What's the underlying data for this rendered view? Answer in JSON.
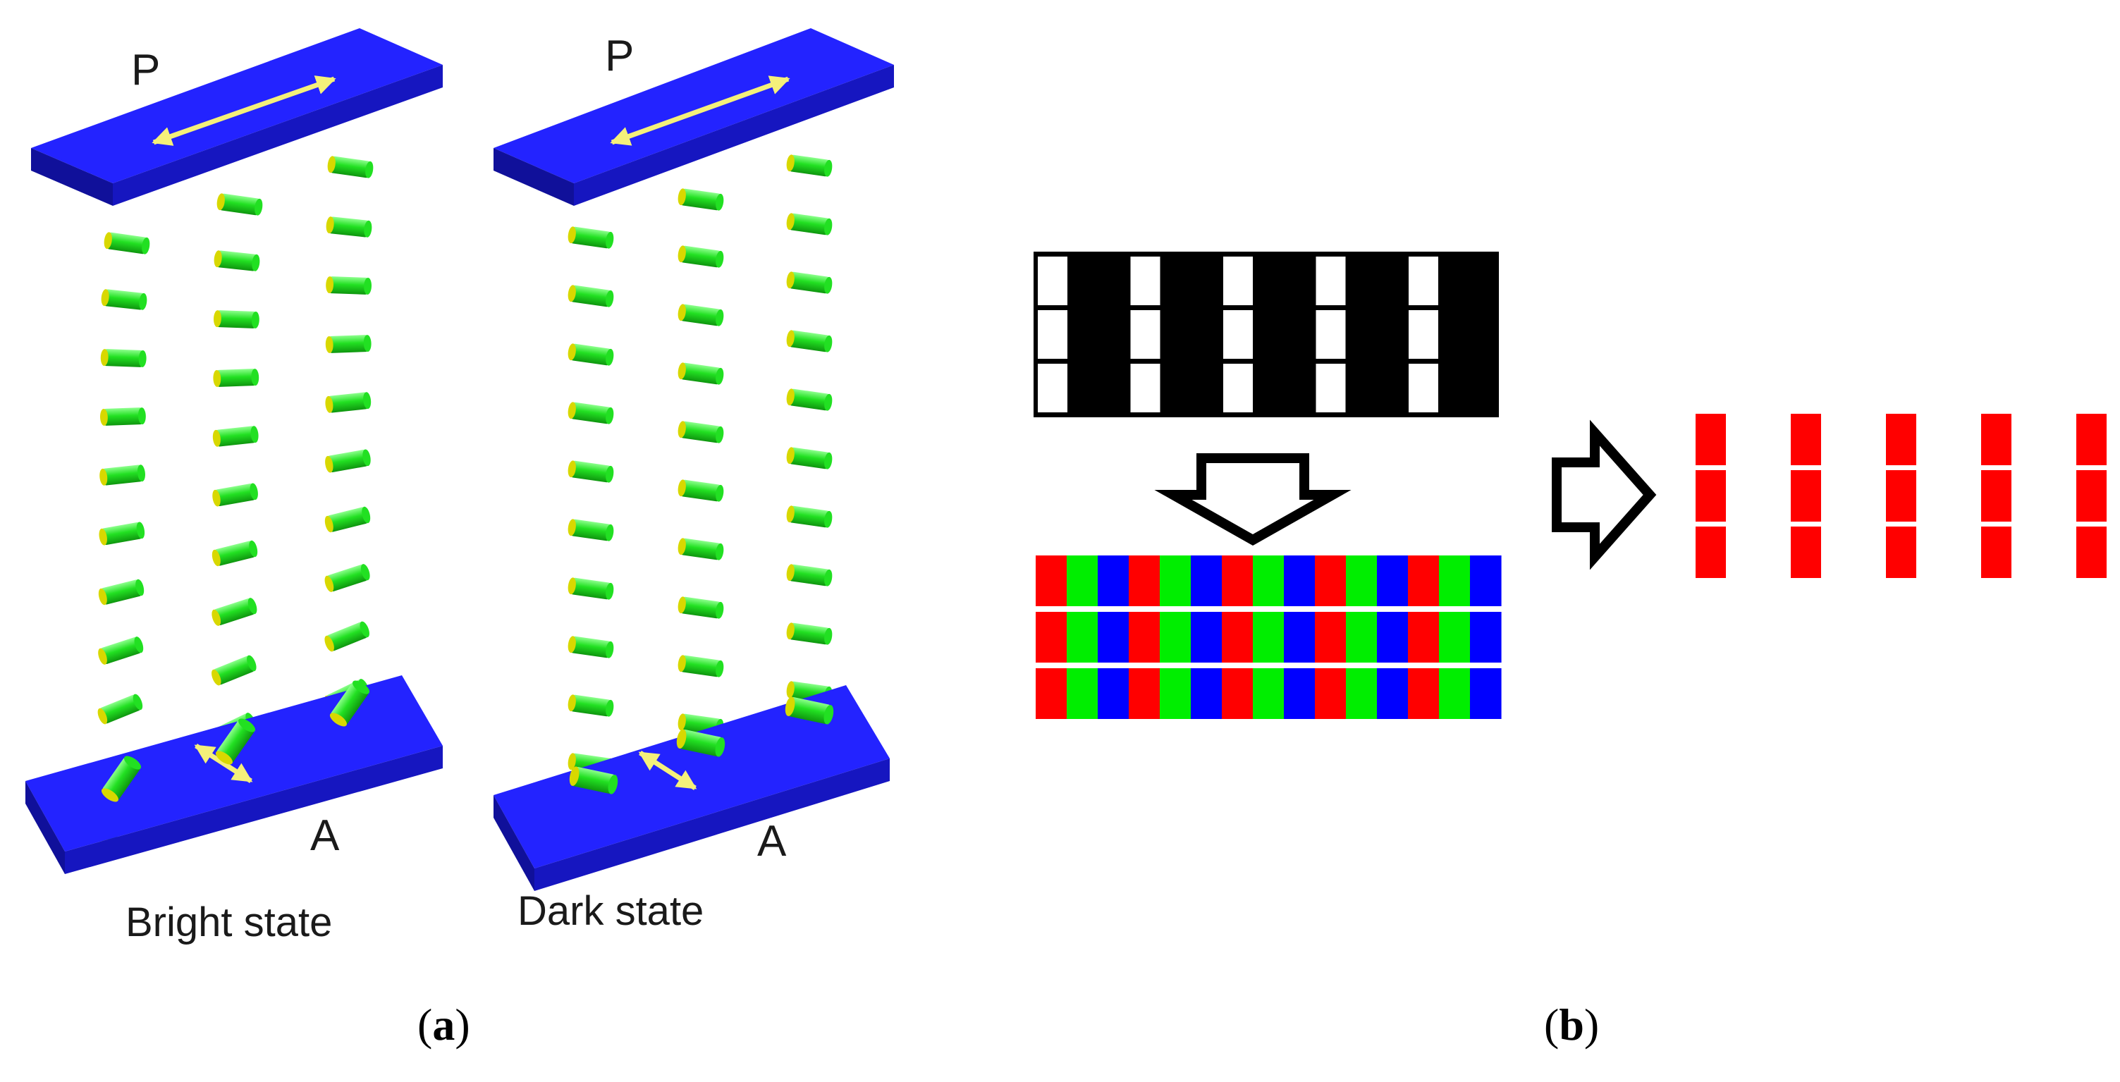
{
  "panel_a": {
    "bright": {
      "label": "Bright state",
      "polarizer_label": "P",
      "analyzer_label": "A",
      "top_angles": [
        -8,
        -8,
        -8
      ],
      "mid_angles": [
        -6,
        -2,
        2,
        6,
        10,
        14,
        18,
        22,
        26,
        30
      ],
      "bottom_angles": [
        55,
        55,
        55
      ]
    },
    "dark": {
      "label": "Dark state",
      "polarizer_label": "P",
      "analyzer_label": "A",
      "top_angles": [
        -8,
        -8,
        -8
      ],
      "mid_angles": [
        -8,
        -8,
        -8,
        -8,
        -8,
        -8,
        -8,
        -8,
        -8,
        -8
      ],
      "bottom_angles": [
        -12,
        -12,
        -12
      ]
    },
    "caption": "a"
  },
  "panel_b": {
    "caption": "b",
    "mask_rows": 3,
    "mask_columns": 5,
    "subpixel_sequence": [
      "R",
      "G",
      "B",
      "R",
      "G",
      "B",
      "R",
      "G",
      "B",
      "R",
      "G",
      "B",
      "R",
      "G",
      "B"
    ],
    "subpixel_rows": 3,
    "output_rows": 3,
    "output_columns": 5
  },
  "colors": {
    "glass": "#1a1ae6",
    "glass_top": "#2323ff",
    "glass_edge": "#10109a",
    "lc_molecule": "#22e022",
    "lc_molecule_dark": "#119911",
    "lc_end": "#d8d800",
    "polarization_arrow": "#f4f07a",
    "red": "#ff0000",
    "green": "#00ee00",
    "blue": "#0000ff",
    "black": "#000000",
    "white": "#ffffff"
  }
}
